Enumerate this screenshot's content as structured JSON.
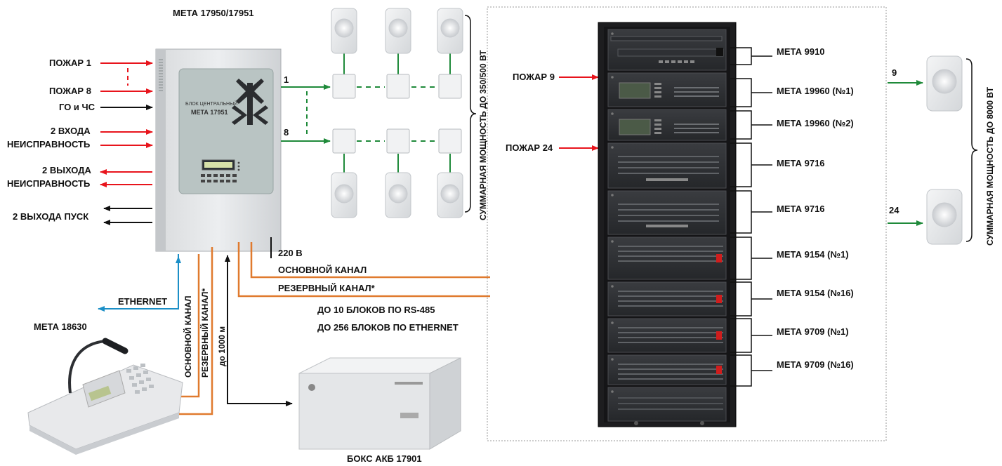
{
  "central_unit": {
    "title": "МЕТА 17950/17951",
    "panel_line1": "БЛОК ЦЕНТРАЛЬНЫЙ",
    "panel_line2": "МЕТА 17951"
  },
  "inputs": {
    "fire_1": "ПОЖАР  1",
    "fire_8": "ПОЖАР 8",
    "go_chs": "ГО и ЧС",
    "fault_inputs_1": "2 ВХОДА",
    "fault_inputs_2": "НЕИСПРАВНОСТЬ",
    "fault_outputs_1": "2 ВЫХОДА",
    "fault_outputs_2": "НЕИСПРАВНОСТЬ",
    "start_outputs": "2 ВЫХОДА ПУСК"
  },
  "speaker_lines": {
    "line_top": "1",
    "line_bottom": "8",
    "power_left": "СУММАРНАЯ МОЩНОСТЬ ДО 350/500 ВТ",
    "line_right_top": "9",
    "line_right_bottom": "24",
    "power_right": "СУММАРНАЯ МОЩНОСТЬ ДО 8000 ВТ"
  },
  "power": {
    "mains": "220 В"
  },
  "channels": {
    "main": "ОСНОВНОЙ КАНАЛ",
    "reserve": "РЕЗЕРВНЫЙ КАНАЛ*",
    "rs485": "ДО 10 БЛОКОВ ПО RS-485",
    "ethernet_blocks": "ДО 256 БЛОКОВ ПО ETHERNET",
    "ethernet": "ETHERNET",
    "main_vertical": "ОСНОВНОЙ КАНАЛ",
    "reserve_vertical": "РЕЗЕРВНЫЙ КАНАЛ*",
    "distance": "до 1000 м"
  },
  "console": {
    "name": "МЕТА 18630"
  },
  "battery_box": {
    "name": "БОКС АКБ 17901"
  },
  "rack": {
    "fire_9": "ПОЖАР 9",
    "fire_24": "ПОЖАР 24",
    "modules": [
      "МЕТА 9910",
      "МЕТА 19960 (№1)",
      "МЕТА 19960 (№2)",
      "МЕТА 9716",
      "МЕТА 9716",
      "МЕТА 9154 (№1)",
      "МЕТА 9154 (№16)",
      "МЕТА 9709 (№1)",
      "МЕТА 9709 (№16)"
    ]
  },
  "colors": {
    "fire_arrow": "#e8141c",
    "signal_arrow": "#111111",
    "speaker_line": "#1f8a3a",
    "channel_line": "#e07a2e",
    "ethernet": "#1b8fc7",
    "rack": "#1d1d1f"
  }
}
